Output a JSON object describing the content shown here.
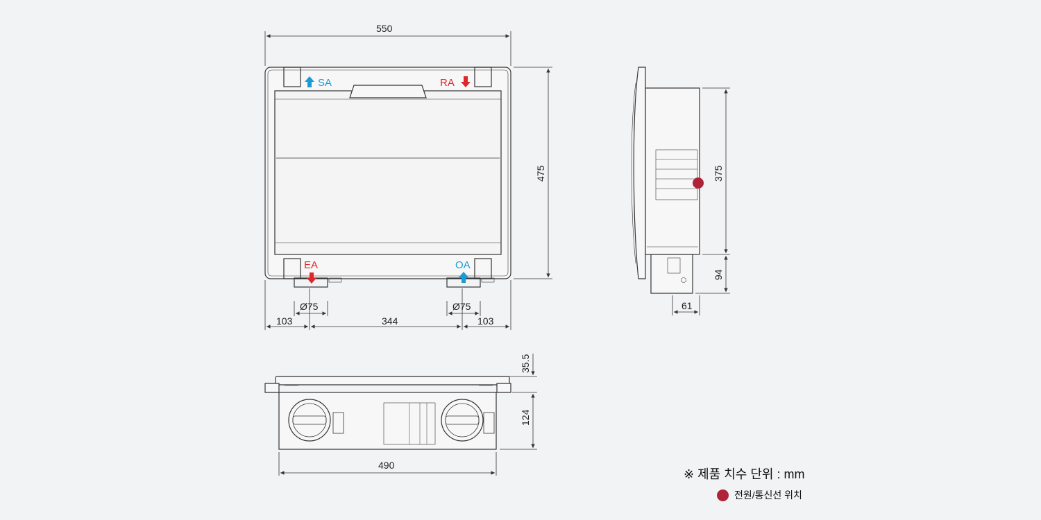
{
  "dimensions": {
    "top_width": "550",
    "top_height": "475",
    "left_offset": "103",
    "center_span": "344",
    "right_offset": "103",
    "duct_left": "Ø75",
    "duct_right": "Ø75",
    "side_height": "375",
    "side_bottom": "94",
    "side_depth": "61",
    "bottom_lip": "35.5",
    "bottom_height": "124",
    "bottom_width": "490"
  },
  "ports": {
    "sa": "SA",
    "ra": "RA",
    "ea": "EA",
    "oa": "OA"
  },
  "colors": {
    "supply": "#1a9bd7",
    "exhaust": "#e0262b",
    "power": "#b0213a",
    "line": "#333333"
  },
  "note": "※ 제품 치수 단위 : mm",
  "legend": {
    "label": "전원/통신선 위치"
  }
}
